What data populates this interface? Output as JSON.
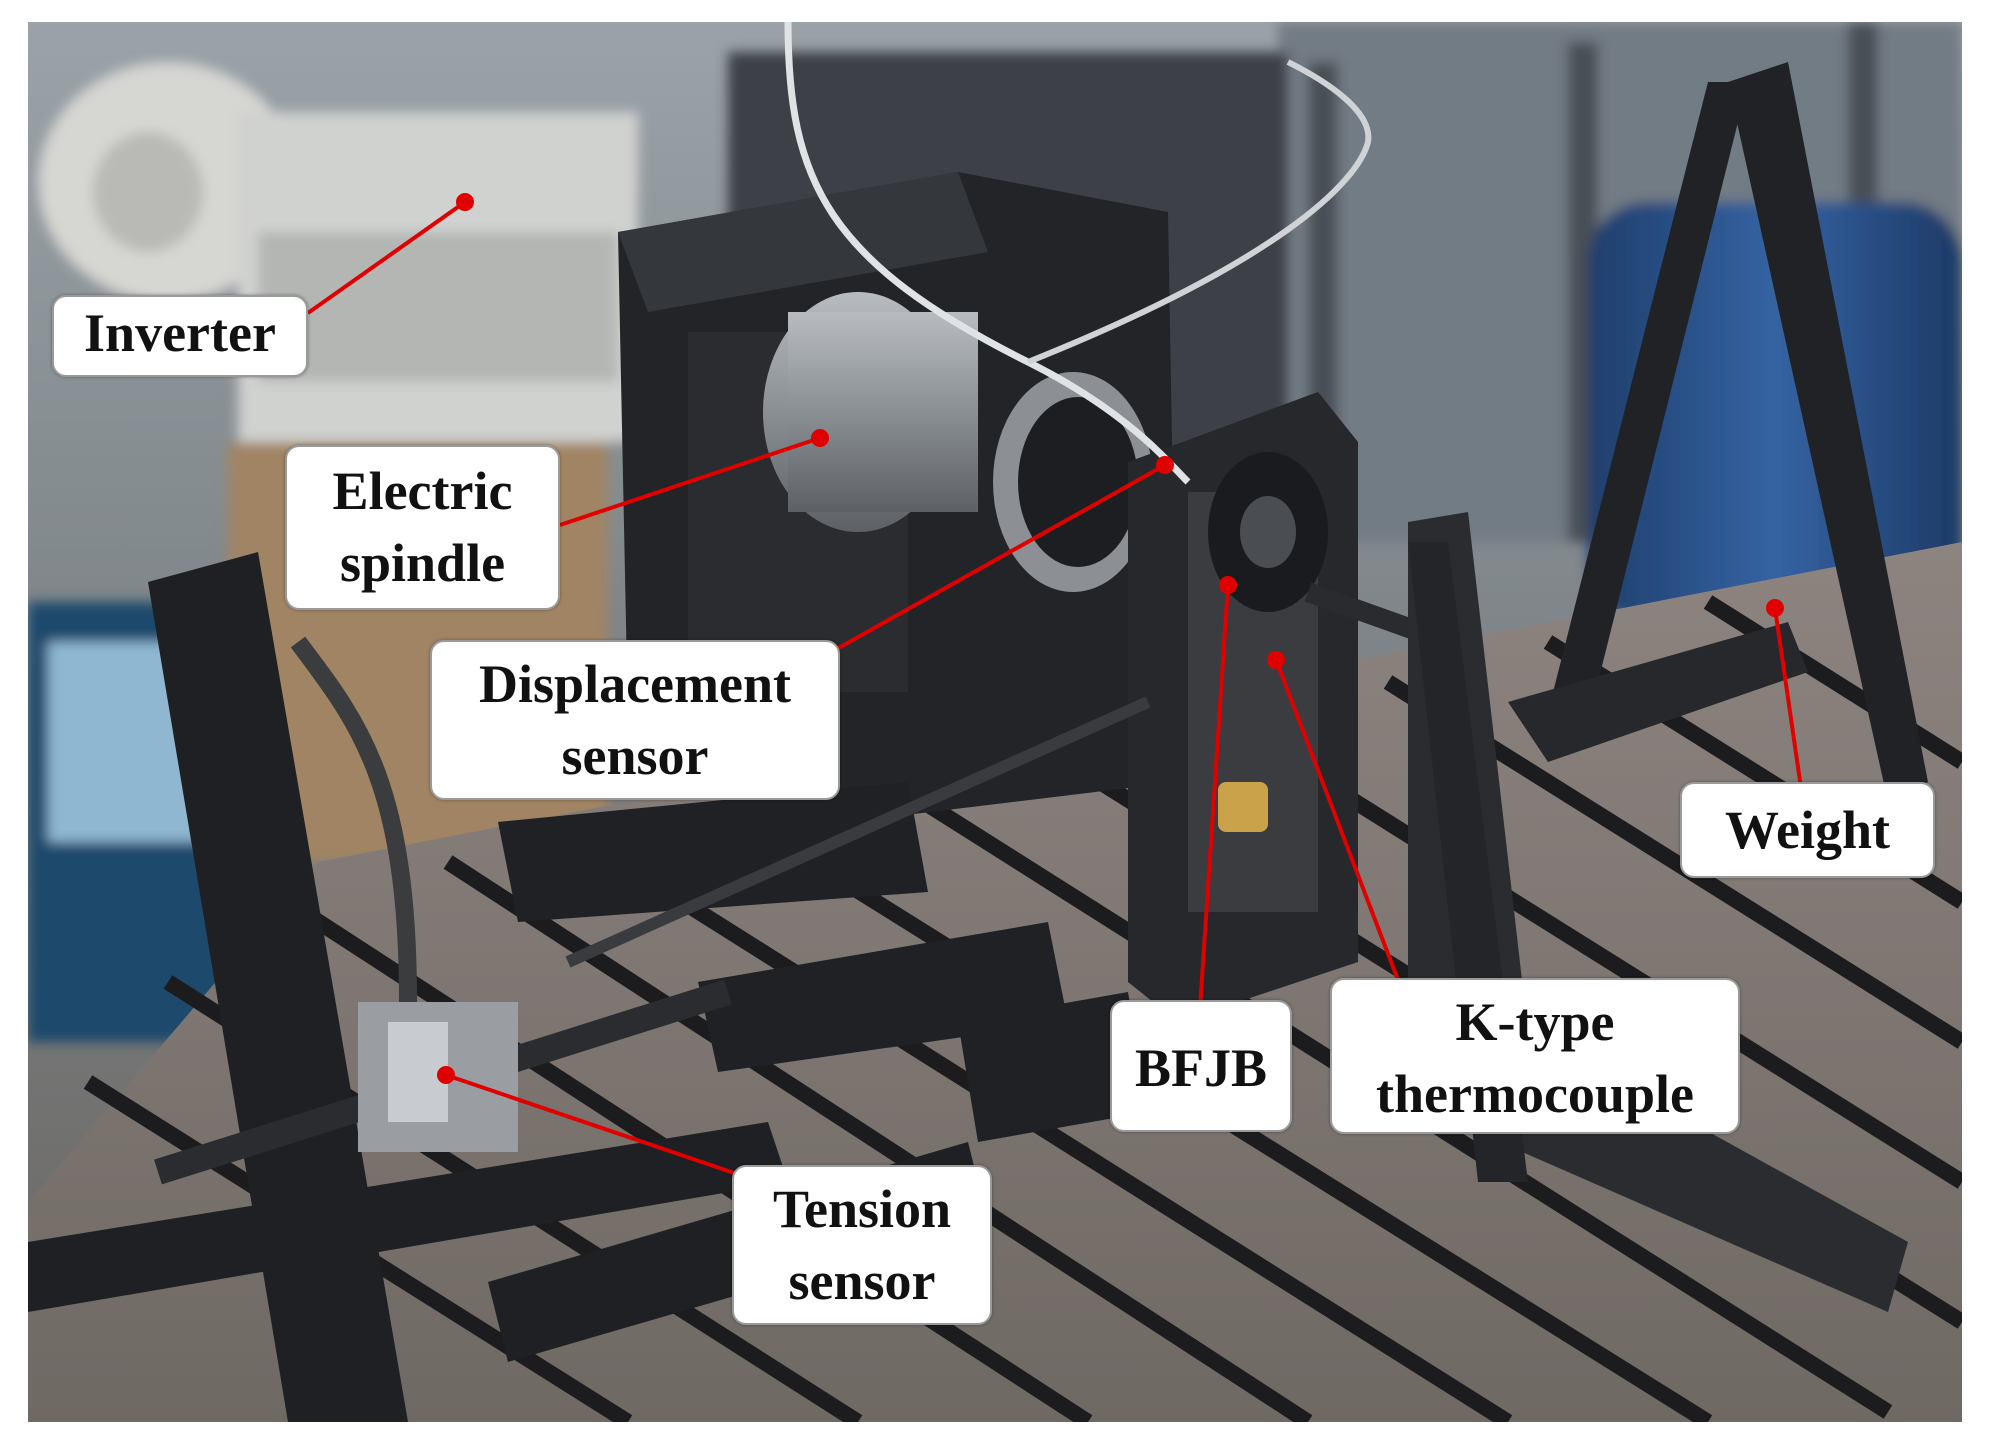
{
  "labels": {
    "inverter": [
      "Inverter"
    ],
    "electric_spindle": [
      "Electric",
      "spindle"
    ],
    "displacement_sensor": [
      "Displacement",
      "sensor"
    ],
    "weight": [
      "Weight"
    ],
    "bfjb": [
      "BFJB"
    ],
    "k_type_thermocouple": [
      "K-type",
      "thermocouple"
    ],
    "tension_sensor": [
      "Tension",
      "sensor"
    ]
  },
  "colors": {
    "leader_line": "#e00000",
    "label_fill": "#ffffff",
    "label_border": "#9a9a9a",
    "text": "#111111",
    "machine_body": "#222428",
    "test_table": "#8a8078",
    "table_slots": "#1c1c1e",
    "blue_drum": "#2a4f86"
  }
}
